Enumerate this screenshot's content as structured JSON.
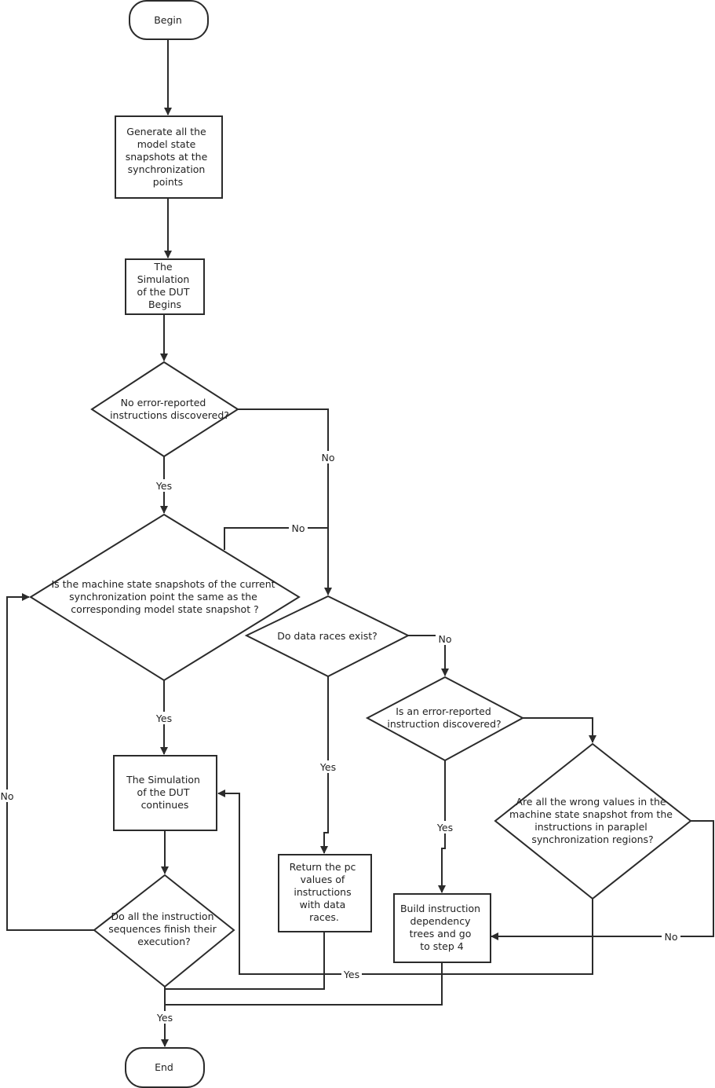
{
  "nodes": {
    "begin": {
      "lines": [
        "Begin"
      ]
    },
    "generate": {
      "lines": [
        "Generate all the",
        "model state",
        "snapshots at the",
        "synchronization",
        "points"
      ]
    },
    "sim_begins": {
      "lines": [
        "The",
        "Simulation",
        "of the DUT",
        "Begins"
      ]
    },
    "no_error": {
      "lines": [
        "No error-reported",
        "instructions discovered?"
      ]
    },
    "same_snapshot": {
      "lines": [
        "Is the machine state snapshots of the current",
        "synchronization point  the same as  the",
        "corresponding model state snapshot ?"
      ]
    },
    "data_races": {
      "lines": [
        "Do data races exist?"
      ]
    },
    "error_discovered": {
      "lines": [
        "Is an error-reported",
        "instruction discovered?"
      ]
    },
    "wrong_values": {
      "lines": [
        "Are all the wrong values in the",
        "machine state snapshot from the",
        "instructions in paraplel",
        "synchronization regions?"
      ]
    },
    "sim_continues": {
      "lines": [
        "The Simulation",
        "of the DUT",
        "continues"
      ]
    },
    "return_pc": {
      "lines": [
        "Return the pc",
        "values of",
        "instructions",
        "with data",
        "races."
      ]
    },
    "build_trees": {
      "lines": [
        "Build instruction",
        "dependency",
        "trees and go",
        "to step 4"
      ]
    },
    "all_finish": {
      "lines": [
        "Do all the instruction",
        "sequences finish their",
        "execution?"
      ]
    },
    "end": {
      "lines": [
        "End"
      ]
    }
  },
  "edge_labels": {
    "no_error_no": "No",
    "no_error_yes": "Yes",
    "same_no": "No",
    "same_yes": "Yes",
    "races_no": "No",
    "races_yes": "Yes",
    "error_yes": "Yes",
    "wrong_no": "No",
    "wrong_yes": "Yes",
    "finish_no": "No",
    "finish_yes": "Yes"
  }
}
